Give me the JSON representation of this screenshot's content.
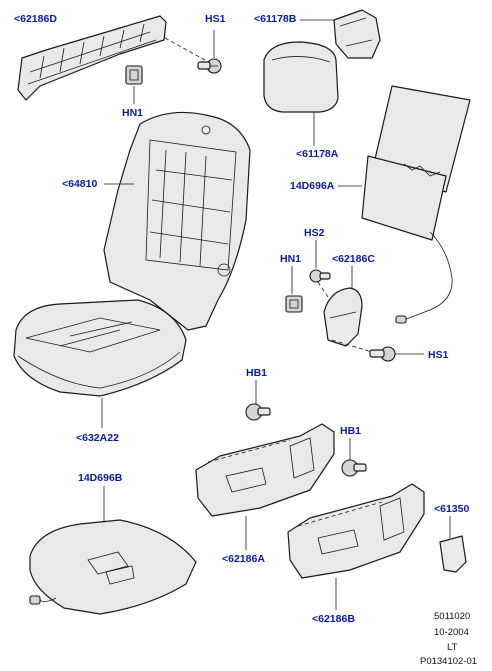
{
  "accent_color": "#0b1aa6",
  "callouts": {
    "c62186D": "<62186D",
    "hs1_top": "HS1",
    "c61178B": "<61178B",
    "hn1_top": "HN1",
    "c61178A": "<61178A",
    "c64810": "<64810",
    "c14D696A": "14D696A",
    "hs2": "HS2",
    "hn1_mid": "HN1",
    "c62186C": "<62186C",
    "hs1_mid": "HS1",
    "c632A22": "<632A22",
    "hb1_left": "HB1",
    "hb1_right": "HB1",
    "c14D696B": "14D696B",
    "c61350": "<61350",
    "c62186A": "<62186A",
    "c62186B": "<62186B"
  },
  "footer": {
    "code": "5011020",
    "date": "10-2004",
    "region": "LT",
    "ref": "P0134102-01"
  }
}
